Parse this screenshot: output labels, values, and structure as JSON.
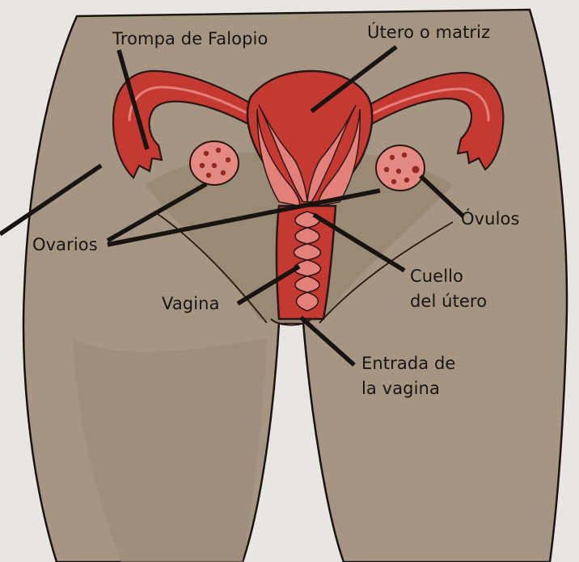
{
  "labels": {
    "fallopian_tube": "Trompa de Falopio",
    "uterus": "Útero o matriz",
    "ovaries": "Ovarios",
    "ovules": "Óvulos",
    "cervix_line1": "Cuello",
    "cervix_line2": "del útero",
    "vagina": "Vagina",
    "vaginal_opening_line1": "Entrada de",
    "vaginal_opening_line2": "la vagina"
  },
  "colors": {
    "page": "#e9e6e1",
    "body_fill": "#a59683",
    "body_shade": "#8f806d",
    "organ_red": "#c43a33",
    "organ_pink": "#e3807a",
    "ovary_fill": "#e58a82",
    "outline": "#2a1612",
    "leader_line": "#1a1410"
  }
}
